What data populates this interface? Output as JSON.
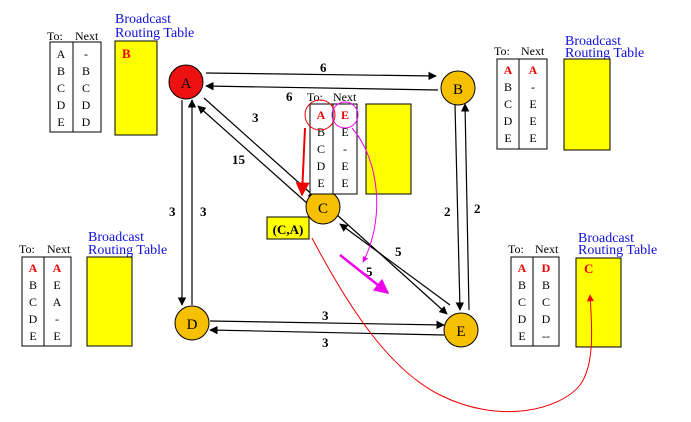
{
  "colors": {
    "node_fill": "#f6c000",
    "source_fill": "#ee1111",
    "table_fill": "#ffff00",
    "title_color": "#1010dd",
    "highlight_red": "#ee0000",
    "packet_magenta": "#ee00ee",
    "edge": "#000000"
  },
  "nodes": [
    {
      "id": "A",
      "label": "A",
      "is_source": true
    },
    {
      "id": "B",
      "label": "B",
      "is_source": false
    },
    {
      "id": "C",
      "label": "C",
      "is_source": false
    },
    {
      "id": "D",
      "label": "D",
      "is_source": false
    },
    {
      "id": "E",
      "label": "E",
      "is_source": false
    }
  ],
  "edges": [
    {
      "from": "A",
      "to": "B",
      "weight": "6"
    },
    {
      "from": "B",
      "to": "A",
      "weight": "6"
    },
    {
      "from": "A",
      "to": "C",
      "weight": "3"
    },
    {
      "from": "C",
      "to": "A",
      "weight": "15"
    },
    {
      "from": "A",
      "to": "D",
      "weight": "3"
    },
    {
      "from": "D",
      "to": "A",
      "weight": "3"
    },
    {
      "from": "B",
      "to": "E",
      "weight": "2"
    },
    {
      "from": "E",
      "to": "B",
      "weight": "2"
    },
    {
      "from": "C",
      "to": "E",
      "weight": "5"
    },
    {
      "from": "E",
      "to": "C",
      "weight": "5"
    },
    {
      "from": "D",
      "to": "E",
      "weight": "3"
    },
    {
      "from": "E",
      "to": "D",
      "weight": "3"
    }
  ],
  "routing_tables": {
    "header_to": "To:",
    "header_next": "Next",
    "A": {
      "to": [
        "A",
        "B",
        "C",
        "D",
        "E"
      ],
      "next": [
        "-",
        "B",
        "C",
        "D",
        "D"
      ]
    },
    "B": {
      "to": [
        "A",
        "B",
        "C",
        "D",
        "E"
      ],
      "next": [
        "A",
        "-",
        "E",
        "E",
        "E"
      ]
    },
    "C": {
      "to": [
        "A",
        "B",
        "C",
        "D",
        "E"
      ],
      "next": [
        "E",
        "E",
        "-",
        "E",
        "E"
      ]
    },
    "D": {
      "to": [
        "A",
        "B",
        "C",
        "D",
        "E"
      ],
      "next": [
        "A",
        "E",
        "A",
        "-",
        "E"
      ]
    },
    "E": {
      "to": [
        "A",
        "B",
        "C",
        "D",
        "E"
      ],
      "next": [
        "D",
        "B",
        "C",
        "D",
        "--"
      ]
    }
  },
  "broadcast": {
    "title_line1": "Broadcast",
    "title_line2": "Routing Table",
    "A_entry": "B",
    "E_entry": "C"
  },
  "packet_label": "(C,A)",
  "packet_weight": "5"
}
